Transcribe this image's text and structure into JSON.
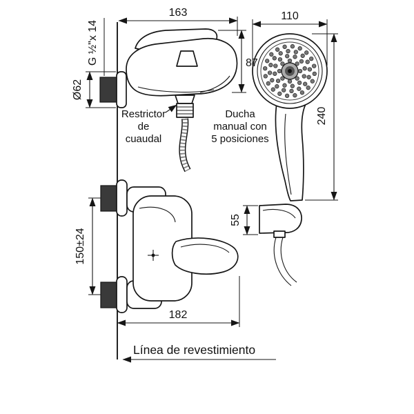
{
  "drawing": {
    "dims": {
      "top_width": "163",
      "head_width": "110",
      "body_height": "87",
      "shower_length": "240",
      "thread": "G ½\"x 14",
      "flange": "Ø62",
      "spacing": "150±24",
      "holder": "55",
      "reach": "182"
    },
    "labels": {
      "restrictor1": "Restrictor",
      "restrictor2": "de",
      "restrictor3": "cuaudal",
      "shower1": "Ducha",
      "shower2": "manual con",
      "shower3": "5 posiciones",
      "wall_line": "Línea de revestimiento"
    },
    "colors": {
      "line": "#161616",
      "dark_fill": "#3a3a3a",
      "background": "#ffffff",
      "nozzle": "#777777"
    }
  }
}
